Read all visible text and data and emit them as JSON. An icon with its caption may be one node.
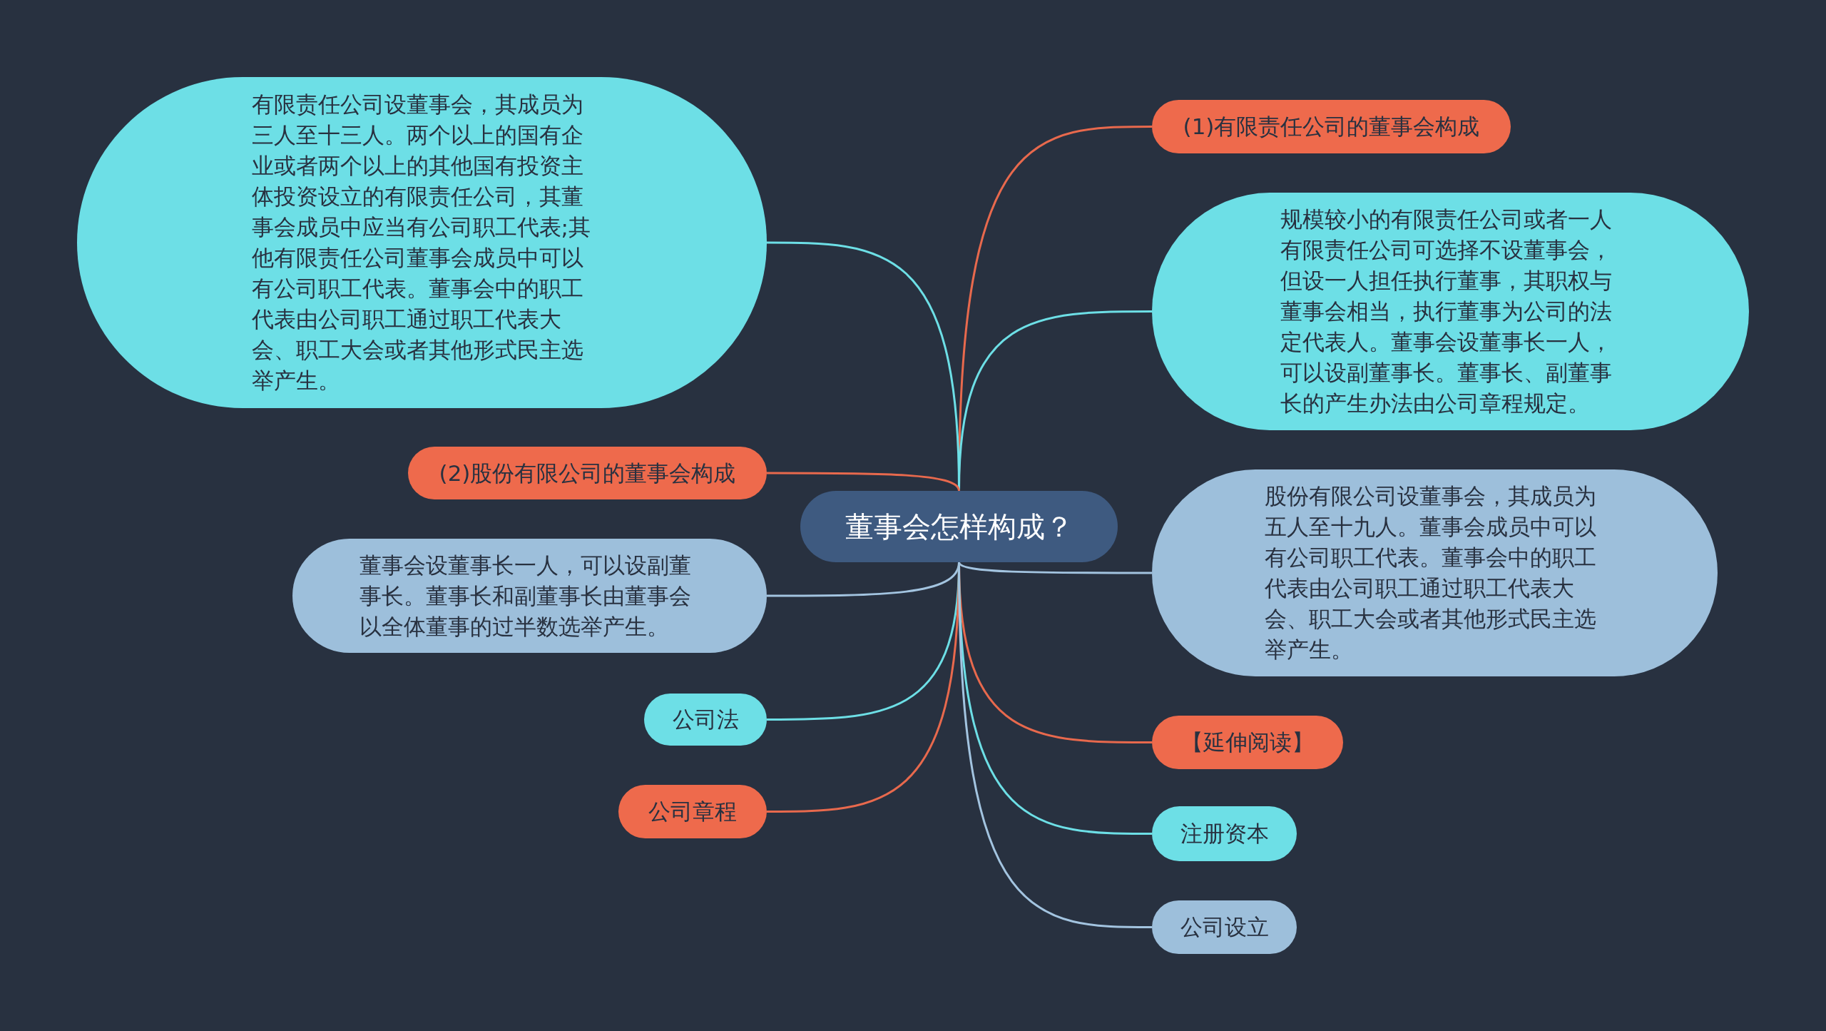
{
  "diagram": {
    "nodes": [
      {
        "text": [
          "董事会怎样构成？"
        ]
      },
      {
        "text": [
          "(1)有限责任公司的董事会构成"
        ]
      },
      {
        "text": [
          "有限责任公司设董事会，其成员为三人至十三人。两个以上的国有企业或者两个以上的其他国有投资主体投资设立的有限责任公司，其董事会成员中应当有公司职工代表;其他有限责任公司董事会成员中可以有公司职工代表。董事会中的职工代表由公司职工通过职工代表大会、职工大会或者其他形式民主选举产生。"
        ]
      },
      {
        "text": [
          "规模较小的有限责任公司或者一人有限责任公司可选择不设董事会，但设一人担任执行董事，其职权与董事会相当，执行董事为公司的法定代表人。董事会设董事长一人，可以设副董事长。董事长、副董事长的产生办法由公司章程规定。"
        ]
      },
      {
        "text": [
          "(2)股份有限公司的董事会构成"
        ]
      },
      {
        "text": [
          "股份有限公司设董事会，其成员为五人至十九人。董事会成员中可以有公司职工代表。董事会中的职工代表由公司职工通过职工代表大会、职工大会或者其他形式民主选举产生。"
        ]
      },
      {
        "text": [
          "董事会设董事长一人，可以设副董事长。董事长和副董事长由董事会以全体董事的过半数选举产生。"
        ]
      },
      {
        "text": [
          "公司法"
        ]
      },
      {
        "text": [
          "【延伸阅读】"
        ]
      },
      {
        "text": [
          "公司章程"
        ]
      },
      {
        "text": [
          "注册资本"
        ]
      },
      {
        "text": [
          "公司设立"
        ]
      }
    ],
    "edges": [
      {
        "from": 0,
        "to": 1,
        "arrow": "none",
        "color": "#e8694d"
      },
      {
        "from": 0,
        "to": 2,
        "arrow": "none",
        "color": "#6ddfe6"
      },
      {
        "from": 0,
        "to": 3,
        "arrow": "none",
        "color": "#6ddfe6"
      },
      {
        "from": 0,
        "to": 4,
        "arrow": "none",
        "color": "#e8694d"
      },
      {
        "from": 0,
        "to": 5,
        "arrow": "none",
        "color": "#a3c4e0"
      },
      {
        "from": 0,
        "to": 6,
        "arrow": "none",
        "color": "#a3c4e0"
      },
      {
        "from": 0,
        "to": 7,
        "arrow": "none",
        "color": "#6ddfe6"
      },
      {
        "from": 0,
        "to": 8,
        "arrow": "none",
        "color": "#e8694d"
      },
      {
        "from": 0,
        "to": 9,
        "arrow": "none",
        "color": "#e8694d"
      },
      {
        "from": 0,
        "to": 10,
        "arrow": "none",
        "color": "#6ddfe6"
      },
      {
        "from": 0,
        "to": 11,
        "arrow": "none",
        "color": "#a3c4e0"
      }
    ]
  }
}
